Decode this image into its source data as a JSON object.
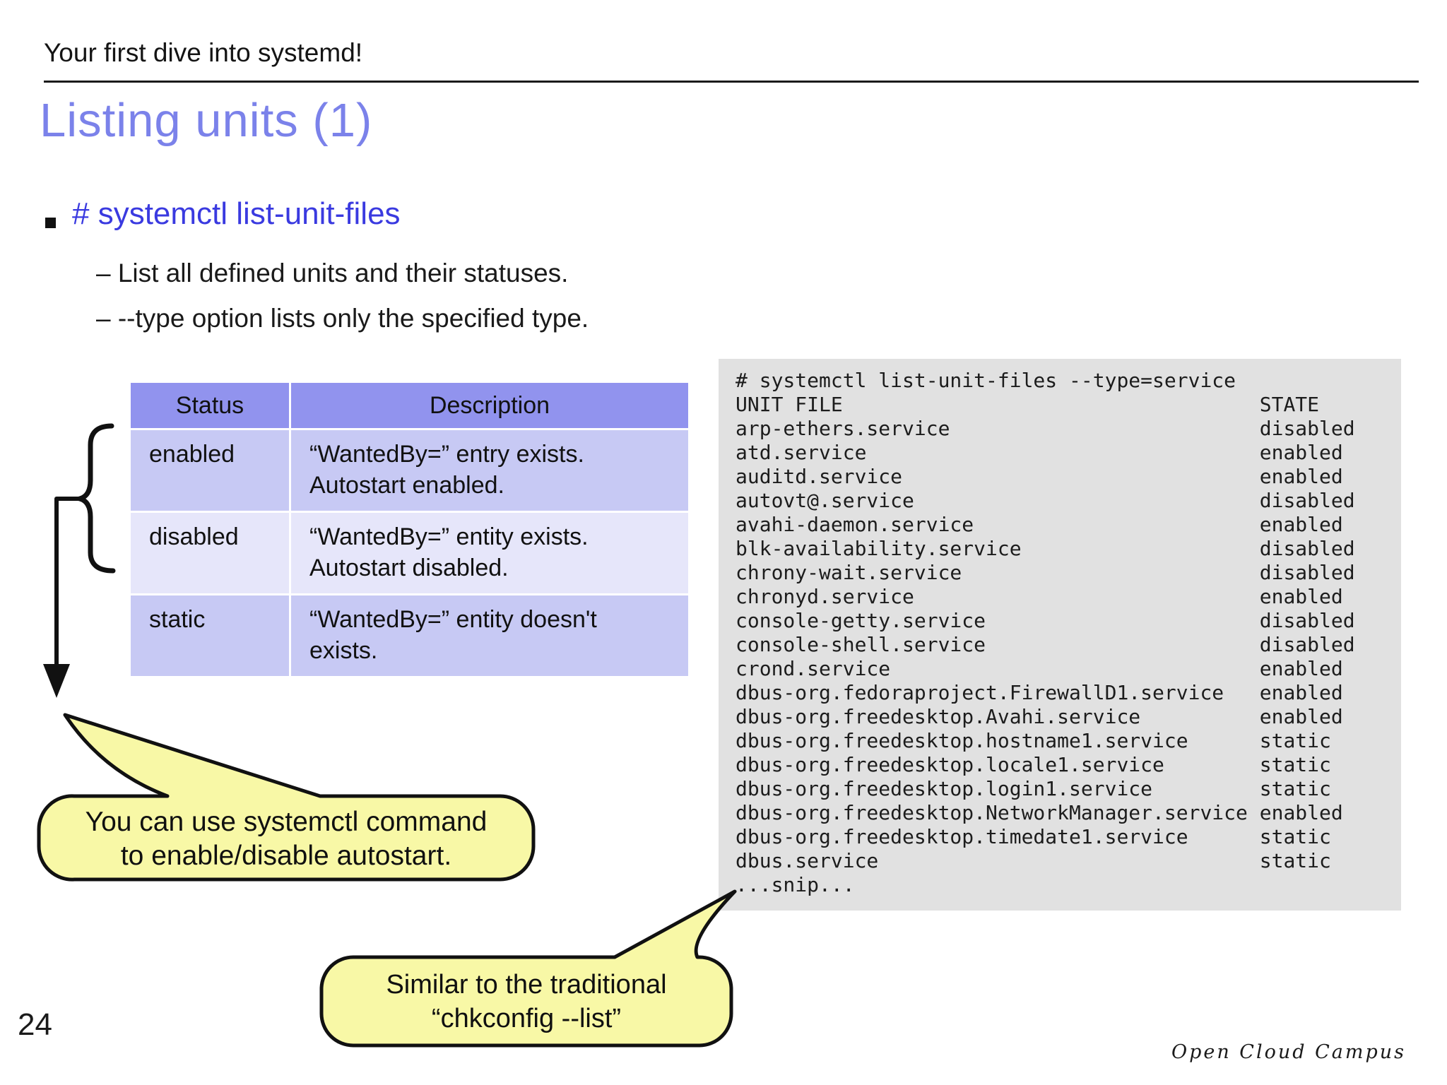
{
  "slide": {
    "header": "Your first dive into systemd!",
    "title": "Listing units (1)",
    "command_bullet": "# systemctl list-unit-files",
    "sub_bullets": [
      "– List all defined units and their statuses.",
      "– --type option lists only the specified type."
    ],
    "page_number": "24",
    "footer_brand": "Open Cloud Campus"
  },
  "status_table": {
    "headers": [
      "Status",
      "Description"
    ],
    "rows": [
      {
        "status": "enabled",
        "description_lines": [
          "“WantedBy=” entry exists.",
          "Autostart enabled."
        ]
      },
      {
        "status": "disabled",
        "description_lines": [
          "“WantedBy=” entity exists.",
          "Autostart disabled."
        ]
      },
      {
        "status": "static",
        "description_lines": [
          "“WantedBy=” entity doesn't",
          "exists."
        ]
      }
    ]
  },
  "terminal": {
    "command": "# systemctl list-unit-files --type=service",
    "columns": [
      "UNIT FILE",
      "STATE"
    ],
    "state_column_chars": 44,
    "entries": [
      {
        "unit": "arp-ethers.service",
        "state": "disabled"
      },
      {
        "unit": "atd.service",
        "state": "enabled"
      },
      {
        "unit": "auditd.service",
        "state": "enabled"
      },
      {
        "unit": "autovt@.service",
        "state": "disabled"
      },
      {
        "unit": "avahi-daemon.service",
        "state": "enabled"
      },
      {
        "unit": "blk-availability.service",
        "state": "disabled"
      },
      {
        "unit": "chrony-wait.service",
        "state": "disabled"
      },
      {
        "unit": "chronyd.service",
        "state": "enabled"
      },
      {
        "unit": "console-getty.service",
        "state": "disabled"
      },
      {
        "unit": "console-shell.service",
        "state": "disabled"
      },
      {
        "unit": "crond.service",
        "state": "enabled"
      },
      {
        "unit": "dbus-org.fedoraproject.FirewallD1.service",
        "state": "enabled"
      },
      {
        "unit": "dbus-org.freedesktop.Avahi.service",
        "state": "enabled"
      },
      {
        "unit": "dbus-org.freedesktop.hostname1.service",
        "state": "static"
      },
      {
        "unit": "dbus-org.freedesktop.locale1.service",
        "state": "static"
      },
      {
        "unit": "dbus-org.freedesktop.login1.service",
        "state": "static"
      },
      {
        "unit": "dbus-org.freedesktop.NetworkManager.service",
        "state": "enabled"
      },
      {
        "unit": "dbus-org.freedesktop.timedate1.service",
        "state": "static"
      },
      {
        "unit": "dbus.service",
        "state": "static"
      }
    ],
    "snip": "...snip..."
  },
  "callouts": [
    {
      "lines": [
        "You can use systemctl command",
        "to enable/disable autostart."
      ]
    },
    {
      "lines": [
        "Similar to the traditional",
        "“chkconfig --list”"
      ]
    }
  ],
  "colors": {
    "title_accent": "#7b82ea",
    "command_blue": "#3a3ae0",
    "table_header_bg": "#9193ee",
    "table_row_dark_bg": "#c7c9f4",
    "table_row_light_bg": "#e6e6fa",
    "terminal_bg": "#e1e1e1",
    "callout_bg": "#f8f8a6",
    "line_black": "#1a1a1a"
  }
}
